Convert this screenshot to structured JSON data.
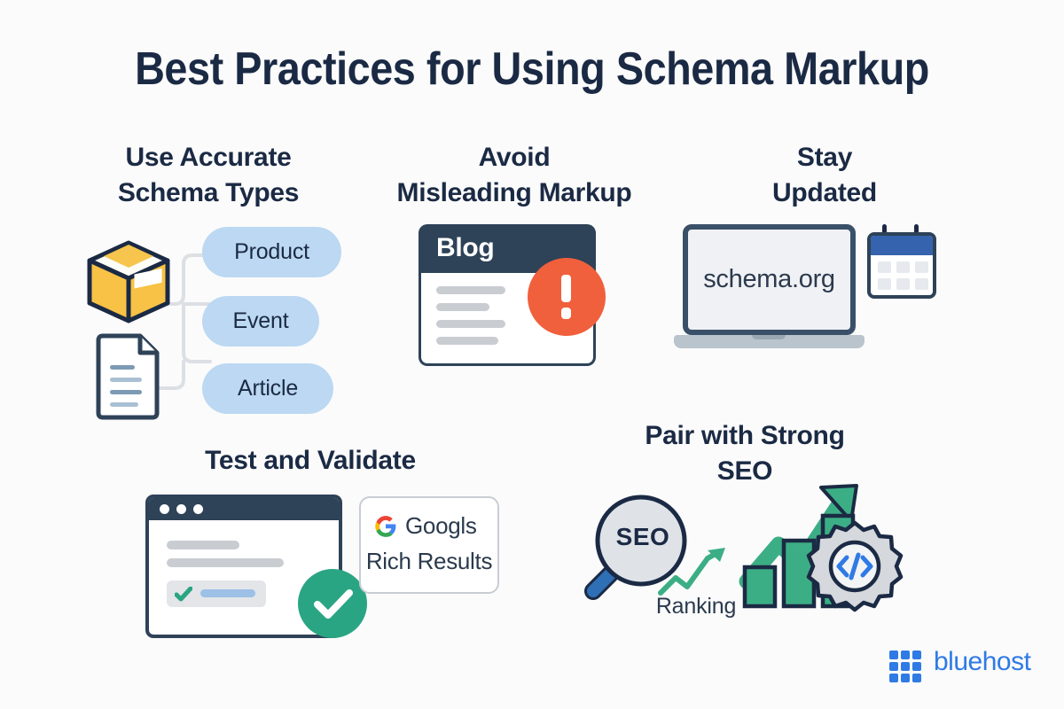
{
  "page": {
    "title": "Best Practices for Using Schema Markup",
    "background_color": "#fbfbfb",
    "navy": "#1b2a44",
    "accent_blue": "#2f7ae5",
    "pill_blue": "#bcd8f2",
    "orange": "#f0603c",
    "green": "#2aa583",
    "yellow": "#f7c245"
  },
  "sections": [
    {
      "id": "use-accurate-schema-types",
      "heading_line1": "Use Accurate",
      "heading_line2": "Schema Types",
      "pills": [
        "Product",
        "Event",
        "Article"
      ],
      "icons": [
        "package-box-icon",
        "document-icon"
      ]
    },
    {
      "id": "avoid-misleading-markup",
      "heading_line1": "Avoid",
      "heading_line2": "Misleading Markup",
      "card_title": "Blog",
      "icons": [
        "blog-card-icon",
        "alert-exclamation-icon"
      ]
    },
    {
      "id": "stay-updated",
      "heading_line1": "Stay",
      "heading_line2": "Updated",
      "screen_text": "schema.org",
      "icons": [
        "laptop-icon",
        "calendar-icon"
      ]
    },
    {
      "id": "test-and-validate",
      "heading_line1": "Test and Validate",
      "heading_line2": "",
      "badge_line1": "Googls",
      "badge_line2": "Rich Results",
      "icons": [
        "browser-window-icon",
        "green-check-icon",
        "google-g-icon"
      ]
    },
    {
      "id": "pair-with-strong-seo",
      "heading_line1": "Pair with Strong",
      "heading_line2": "SEO",
      "magnifier_label": "SEO",
      "ranking_label": "Ranking",
      "icons": [
        "magnifier-icon",
        "trend-arrow-icon",
        "bar-chart-icon",
        "gear-code-icon"
      ]
    }
  ],
  "brand": {
    "name": "bluehost",
    "logo_icon": "bluehost-grid-icon",
    "color": "#2f7ae5"
  }
}
